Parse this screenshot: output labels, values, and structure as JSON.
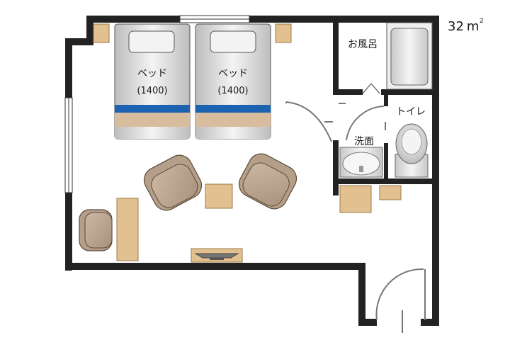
{
  "area": {
    "value": "32",
    "unit": "m",
    "superscript": "2"
  },
  "beds": [
    {
      "name": "ベッド",
      "size": "(1400)"
    },
    {
      "name": "ベッド",
      "size": "(1400)"
    }
  ],
  "rooms": {
    "bath": "お風呂",
    "toilet": "トイレ",
    "washroom": "洗面"
  },
  "colors": {
    "wall": "#222222",
    "wood": "#e3c08f",
    "wood_stroke": "#9a7a4a",
    "chair": "#c6b19b",
    "chair_stroke": "#5a4a3a",
    "bed_stripe_blue": "#1b63b0",
    "bed_stripe_tan": "#d8bc9e",
    "door_gray": "#777777"
  }
}
